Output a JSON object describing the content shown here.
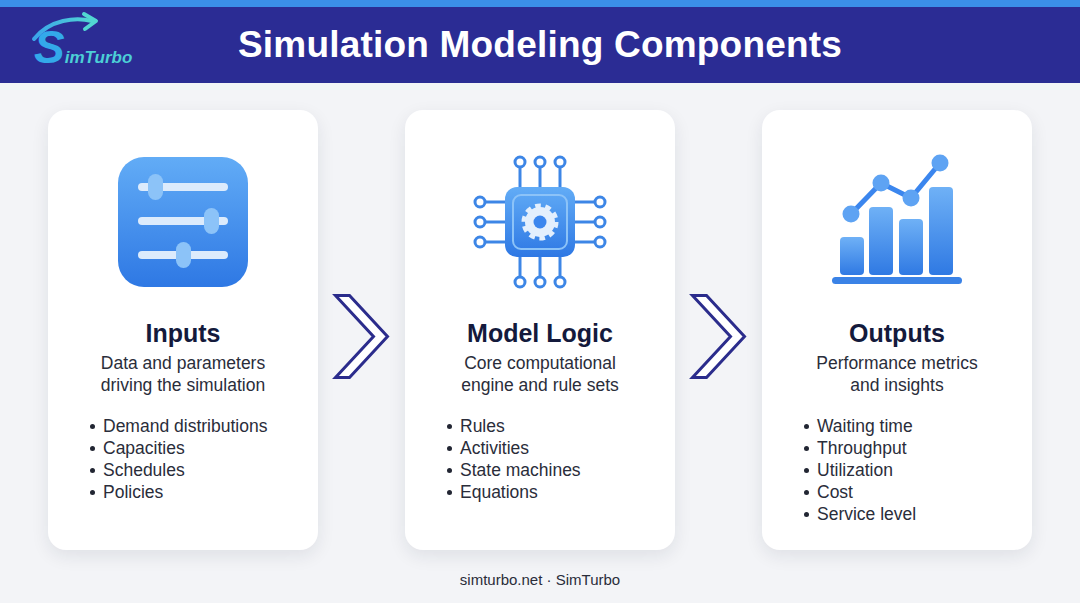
{
  "diagram": {
    "title": "Simulation Modeling Components",
    "caption": "simturbo.net · SimTurbo",
    "nodes": [
      {
        "text": [
          "Inputs",
          "Data and parameters driving the simulation",
          "Demand distributions",
          "Capacities",
          "Schedules",
          "Policies"
        ]
      },
      {
        "text": [
          "Model Logic",
          "Core computational engine and rule sets",
          "Rules",
          "Activities",
          "State machines",
          "Equations"
        ]
      },
      {
        "text": [
          "Outputs",
          "Performance metrics and insights",
          "Waiting time",
          "Throughput",
          "Utilization",
          "Cost",
          "Service level"
        ]
      }
    ],
    "edges": [
      {
        "from": 0,
        "to": 1,
        "arrow": "to"
      },
      {
        "from": 1,
        "to": 2,
        "arrow": "to"
      }
    ],
    "labels": [
      "SimTurbo"
    ]
  }
}
